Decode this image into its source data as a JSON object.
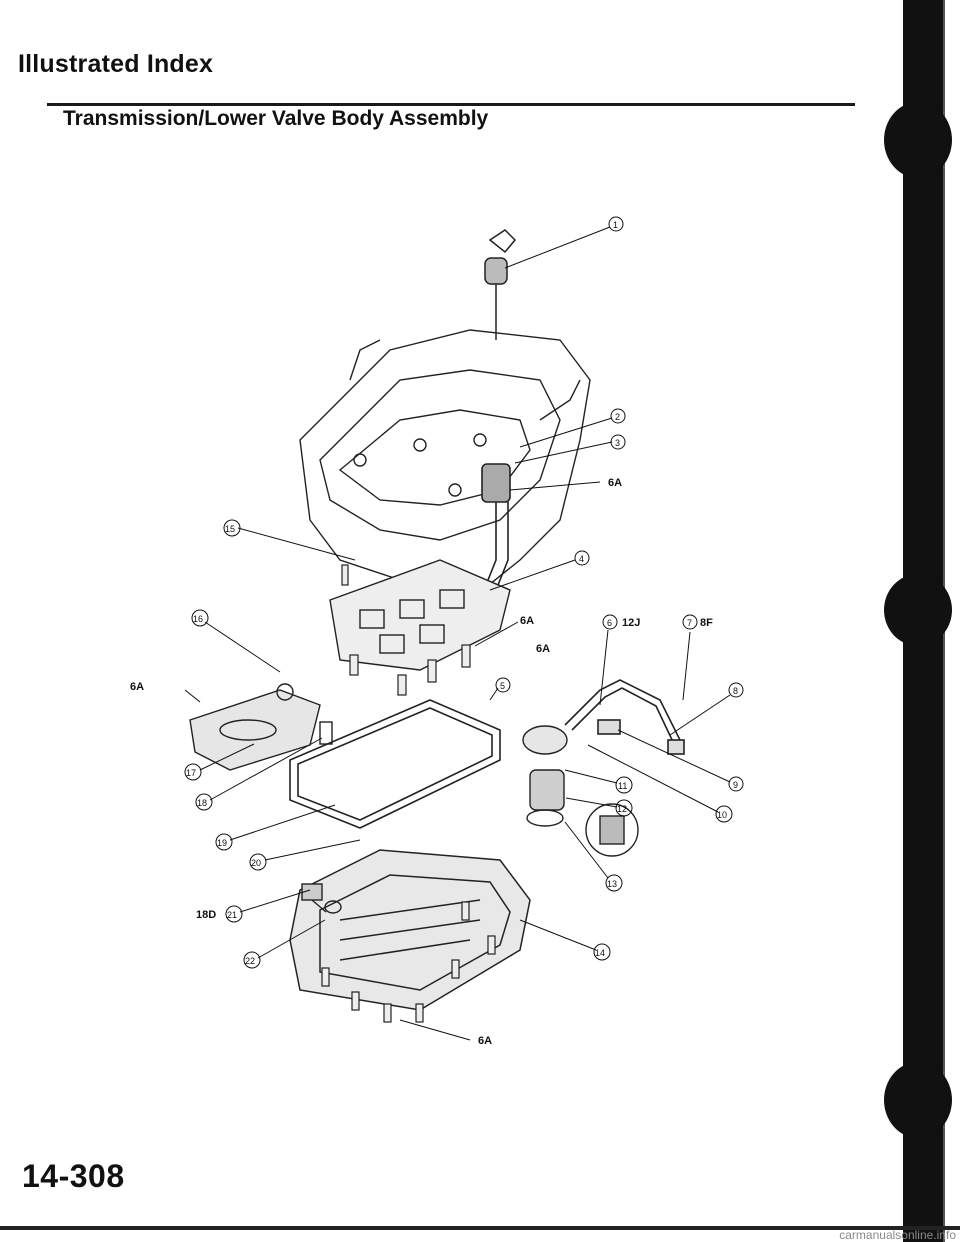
{
  "header": {
    "title": "Illustrated Index",
    "subtitle": "Transmission/Lower Valve Body Assembly"
  },
  "callouts": {
    "c1": "1",
    "c2": "2",
    "c3": "3",
    "c4": "4",
    "c5": "5",
    "c6": "6",
    "c7": "7",
    "c8": "8",
    "c9": "9",
    "c10": "10",
    "c11": "11",
    "c12": "12",
    "c13": "13",
    "c14": "14",
    "c15": "15",
    "c16": "16",
    "c17": "17",
    "c18": "18",
    "c19": "19",
    "c20": "20",
    "c21": "21",
    "c22": "22"
  },
  "torque_labels": {
    "t6a_top": "6A",
    "t6a_mid": "6A",
    "t6a_mid2": "6A",
    "t6a_left": "6A",
    "t12j": "12J",
    "t8f": "8F",
    "t18d": "18D",
    "t6a_bottom": "6A"
  },
  "footer": {
    "page_number": "14-308",
    "watermark": "carmanualsonline.info"
  }
}
